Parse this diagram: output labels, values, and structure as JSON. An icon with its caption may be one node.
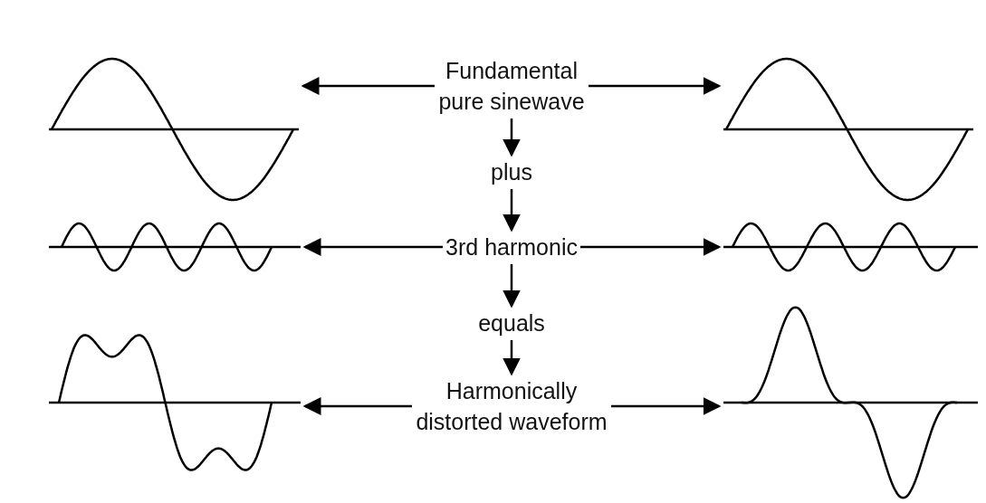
{
  "diagram": {
    "nodes": [
      {
        "text": [],
        "shape": "picture"
      },
      {
        "text": [
          "Fundamental pure sinewave"
        ]
      },
      {
        "text": [],
        "shape": "picture"
      },
      {
        "text": [
          "plus"
        ]
      },
      {
        "text": [],
        "shape": "picture"
      },
      {
        "text": [
          "3rd harmonic"
        ]
      },
      {
        "text": [],
        "shape": "picture"
      },
      {
        "text": [
          "equals"
        ]
      },
      {
        "text": [],
        "shape": "picture"
      },
      {
        "text": [
          "Harmonically distorted waveform"
        ]
      },
      {
        "text": [],
        "shape": "picture"
      }
    ],
    "edges": [
      {
        "from": 1,
        "to": 0,
        "arrow": "to"
      },
      {
        "from": 1,
        "to": 2,
        "arrow": "to"
      },
      {
        "from": 1,
        "to": 3,
        "arrow": "to"
      },
      {
        "from": 3,
        "to": 5,
        "arrow": "to"
      },
      {
        "from": 5,
        "to": 4,
        "arrow": "to"
      },
      {
        "from": 5,
        "to": 6,
        "arrow": "to"
      },
      {
        "from": 5,
        "to": 7,
        "arrow": "to"
      },
      {
        "from": 7,
        "to": 9,
        "arrow": "to"
      },
      {
        "from": 9,
        "to": 8,
        "arrow": "to"
      },
      {
        "from": 9,
        "to": 10,
        "arrow": "to"
      }
    ]
  }
}
